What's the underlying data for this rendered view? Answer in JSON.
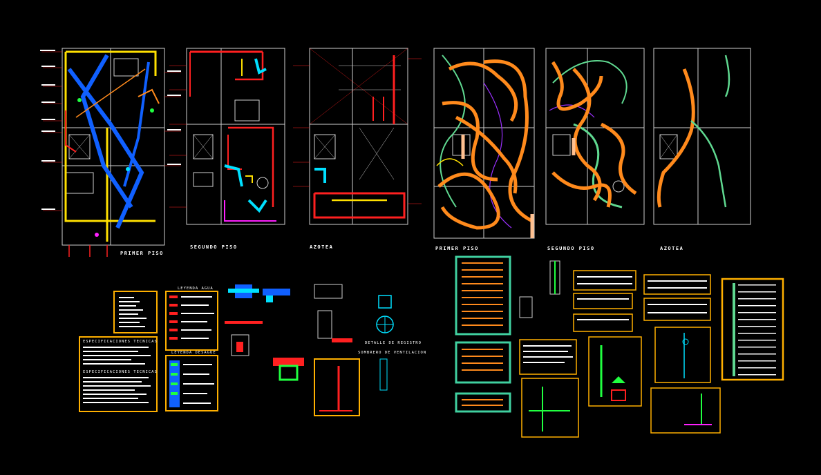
{
  "plans": [
    {
      "id": "p1",
      "label": "PRIMER PISO",
      "system": "water"
    },
    {
      "id": "p2",
      "label": "SEGUNDO PISO",
      "system": "water"
    },
    {
      "id": "p3",
      "label": "AZOTEA",
      "system": "water"
    },
    {
      "id": "p4",
      "label": "PRIMER PISO",
      "system": "electric"
    },
    {
      "id": "p5",
      "label": "SEGUNDO PISO",
      "system": "electric"
    },
    {
      "id": "p6",
      "label": "AZOTEA",
      "system": "electric"
    }
  ],
  "legends": {
    "leyenda_agua": "LEYENDA AGUA",
    "leyenda_desague": "LEYENDA DESAGUE",
    "especificaciones_1": "ESPECIFICACIONES TECNICAS",
    "especificaciones_2": "ESPECIFICACIONES TECNICAS"
  },
  "details": {
    "registro": "DETALLE DE REGISTRO",
    "sombrero": "SOMBRERO DE VENTILACION"
  },
  "colors": {
    "wall": "#cfcfcf",
    "red": "#ff2020",
    "yellow": "#ffe000",
    "blue": "#1060ff",
    "cyan": "#00e0ff",
    "magenta": "#ff20ff",
    "green": "#20ff40",
    "orange": "#ff8a1c",
    "seagreen": "#5fd890",
    "purple": "#9b30ff",
    "frame": "#ffb000",
    "tealframe": "#40d0a0"
  }
}
